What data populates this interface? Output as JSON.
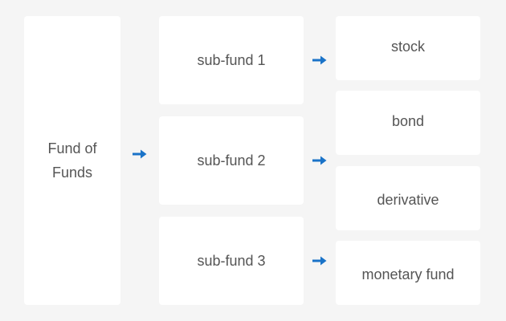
{
  "colors": {
    "background": "#f5f5f5",
    "box": "#ffffff",
    "text": "#555555",
    "arrow": "#1a73c8"
  },
  "nodes": {
    "fund_of_funds": "Fund of\nFunds",
    "sub_fund_1": "sub-fund  1",
    "sub_fund_2": "sub-fund  2",
    "sub_fund_3": "sub-fund  3",
    "stock": "stock",
    "bond": "bond",
    "derivative": "derivative",
    "monetary_fund": "monetary fund"
  },
  "edges": [
    {
      "from": "fund_of_funds",
      "to": "sub_fund_2",
      "icon": "arrow-right-icon"
    },
    {
      "from": "sub_fund_1",
      "to": "stock",
      "icon": "arrow-right-icon"
    },
    {
      "from": "sub_fund_2",
      "to": "bond",
      "icon": "arrow-right-icon"
    },
    {
      "from": "sub_fund_2",
      "to": "derivative",
      "icon": "arrow-right-icon"
    },
    {
      "from": "sub_fund_3",
      "to": "monetary_fund",
      "icon": "arrow-right-icon"
    }
  ]
}
